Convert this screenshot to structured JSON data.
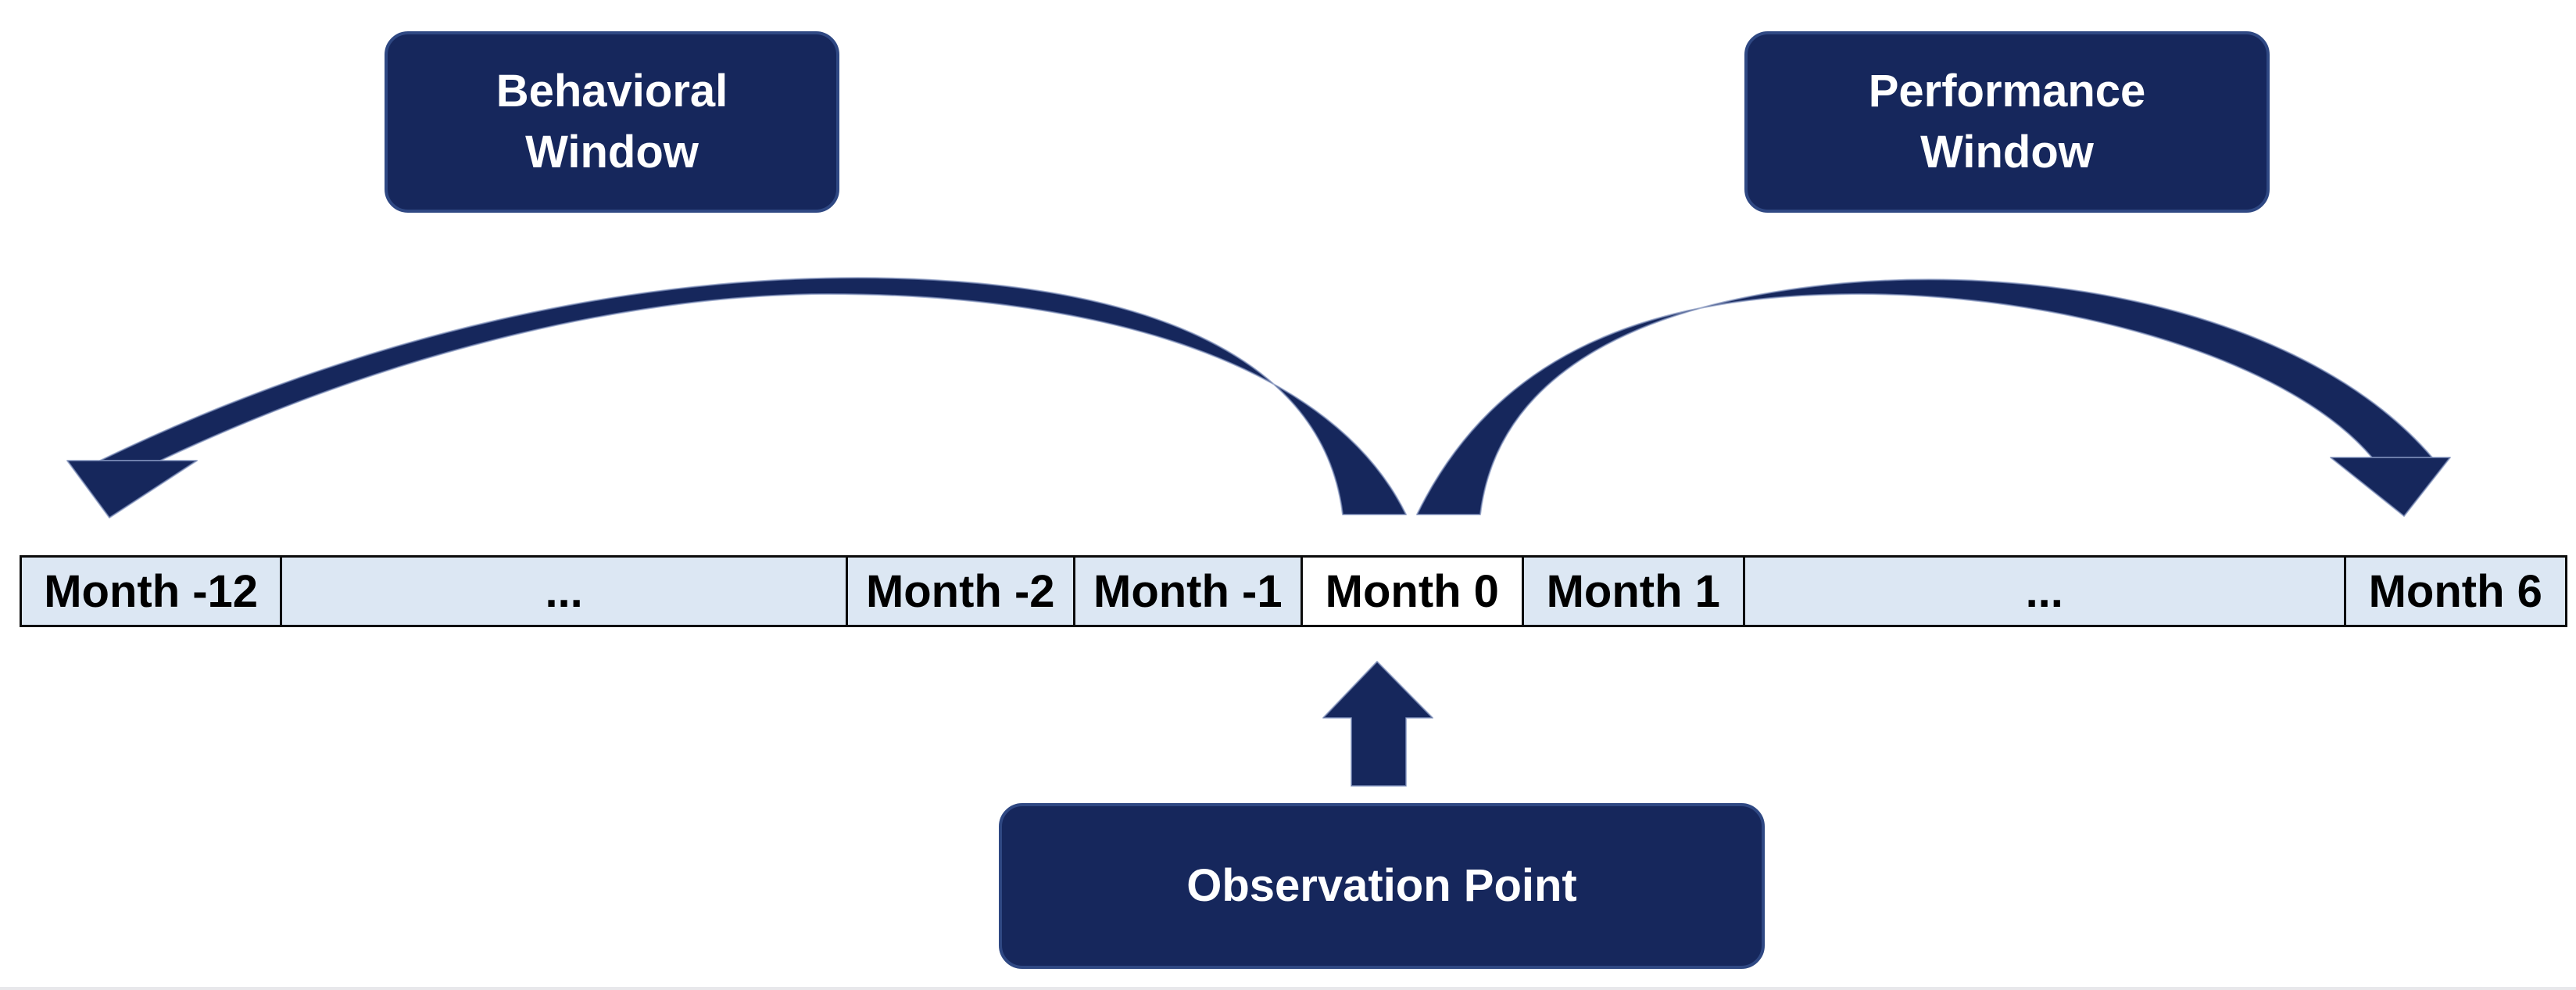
{
  "diagram": {
    "title_implicit": "Behavioral and performance window timeline",
    "colors": {
      "background": "#ffffff",
      "navy": "#16275C",
      "navy_border": "#2F4883",
      "cell_fill": "#DCE7F3",
      "cell_highlight": "#FFFFFF",
      "table_border": "#0B0B0B",
      "text_on_navy": "#FFFFFF",
      "text_on_cells": "#000000"
    },
    "boxes": {
      "behavioral": {
        "line1": "Behavioral",
        "line2": "Window"
      },
      "performance": {
        "line1": "Performance",
        "line2": "Window"
      },
      "observation": {
        "label": "Observation Point"
      }
    },
    "arrows": {
      "behavioral_arrow": "curved-swoosh-arrow-pointing-down-left",
      "performance_arrow": "curved-swoosh-arrow-pointing-down-right",
      "observation_arrow": "block-arrow-up"
    },
    "timeline": {
      "cells": [
        {
          "label": "Month -12",
          "highlight": false
        },
        {
          "label": "...",
          "highlight": false
        },
        {
          "label": "Month -2",
          "highlight": false
        },
        {
          "label": "Month -1",
          "highlight": false
        },
        {
          "label": "Month 0",
          "highlight": true
        },
        {
          "label": "Month 1",
          "highlight": false
        },
        {
          "label": "...",
          "highlight": false
        },
        {
          "label": "Month 6",
          "highlight": false
        }
      ],
      "col_width_pct": [
        10.15,
        22.24,
        8.93,
        8.96,
        8.68,
        8.71,
        23.62,
        8.71
      ]
    }
  }
}
